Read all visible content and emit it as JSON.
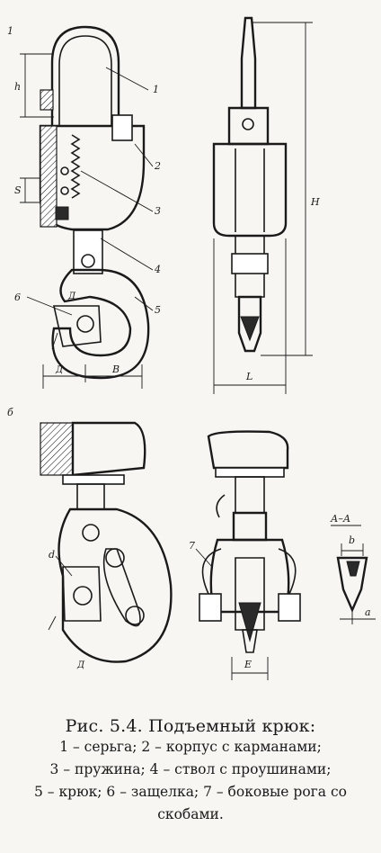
{
  "figure": {
    "panel_a_label": "1",
    "panel_b_label": "б",
    "callouts_a": [
      "1",
      "2",
      "3",
      "4",
      "5",
      "6",
      "6"
    ],
    "dims_a": {
      "h": "h",
      "s": "S",
      "H": "H",
      "L": "L",
      "D_label": "Д",
      "B": "В",
      "section": "Д"
    },
    "callouts_b": {
      "d": "d",
      "seven": "7",
      "D": "Д",
      "E": "Е"
    },
    "section_view": {
      "title": "А–А",
      "b": "b",
      "a": "a"
    }
  },
  "caption": {
    "title": "Рис. 5.4. Подъемный крюк:",
    "lines": [
      "1 – серьга; 2 – корпус с карманами;",
      "3 – пружина; 4 – ствол с проушинами;",
      "5 – крюк; 6 – защелка; 7 – боковые рога со",
      "скобами."
    ]
  }
}
